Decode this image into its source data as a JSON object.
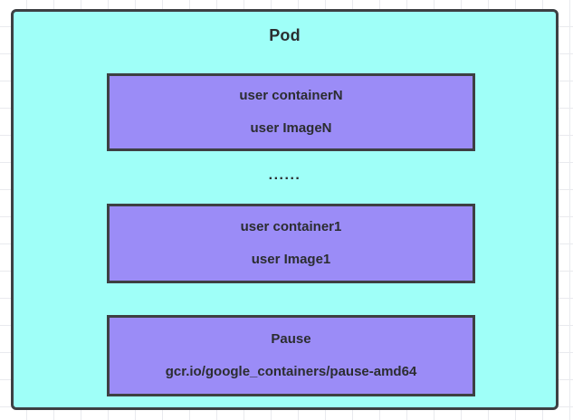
{
  "diagram": {
    "title": "Pod",
    "ellipsis": "......",
    "colors": {
      "pod_fill": "#9ffff8",
      "container_fill": "#9b8cf7",
      "border": "#3d4043",
      "text": "#2b2d30",
      "canvas": "#ffffff",
      "grid": "#e9eaee"
    },
    "containers": [
      {
        "name": "user containerN",
        "image": "user ImageN"
      },
      {
        "name": "user container1",
        "image": "user Image1"
      },
      {
        "name": "Pause",
        "image": "gcr.io/google_containers/pause-amd64"
      }
    ]
  }
}
